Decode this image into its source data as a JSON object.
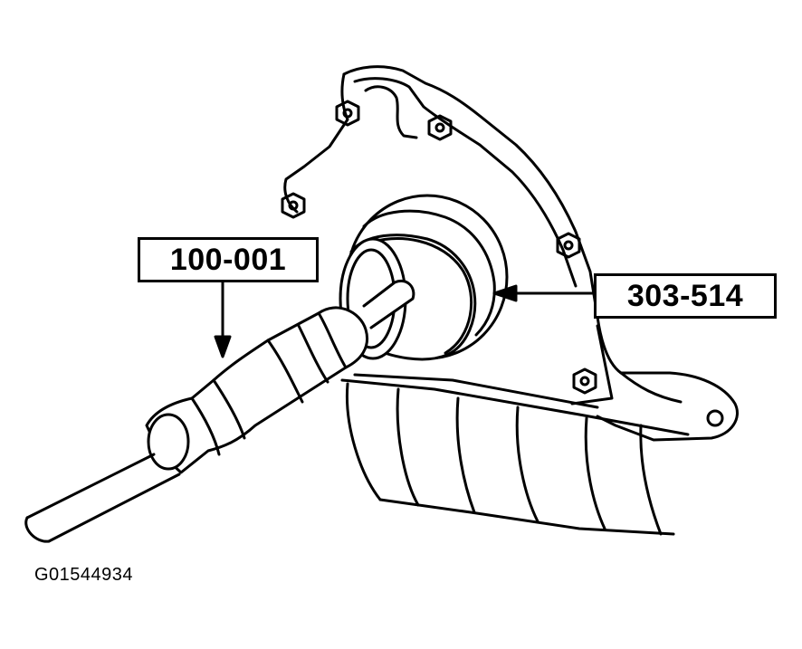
{
  "callouts": {
    "tool_a": "100-001",
    "tool_b": "303-514"
  },
  "figure_id": "G01544934",
  "colors": {
    "ink": "#000000",
    "paper": "#ffffff"
  }
}
